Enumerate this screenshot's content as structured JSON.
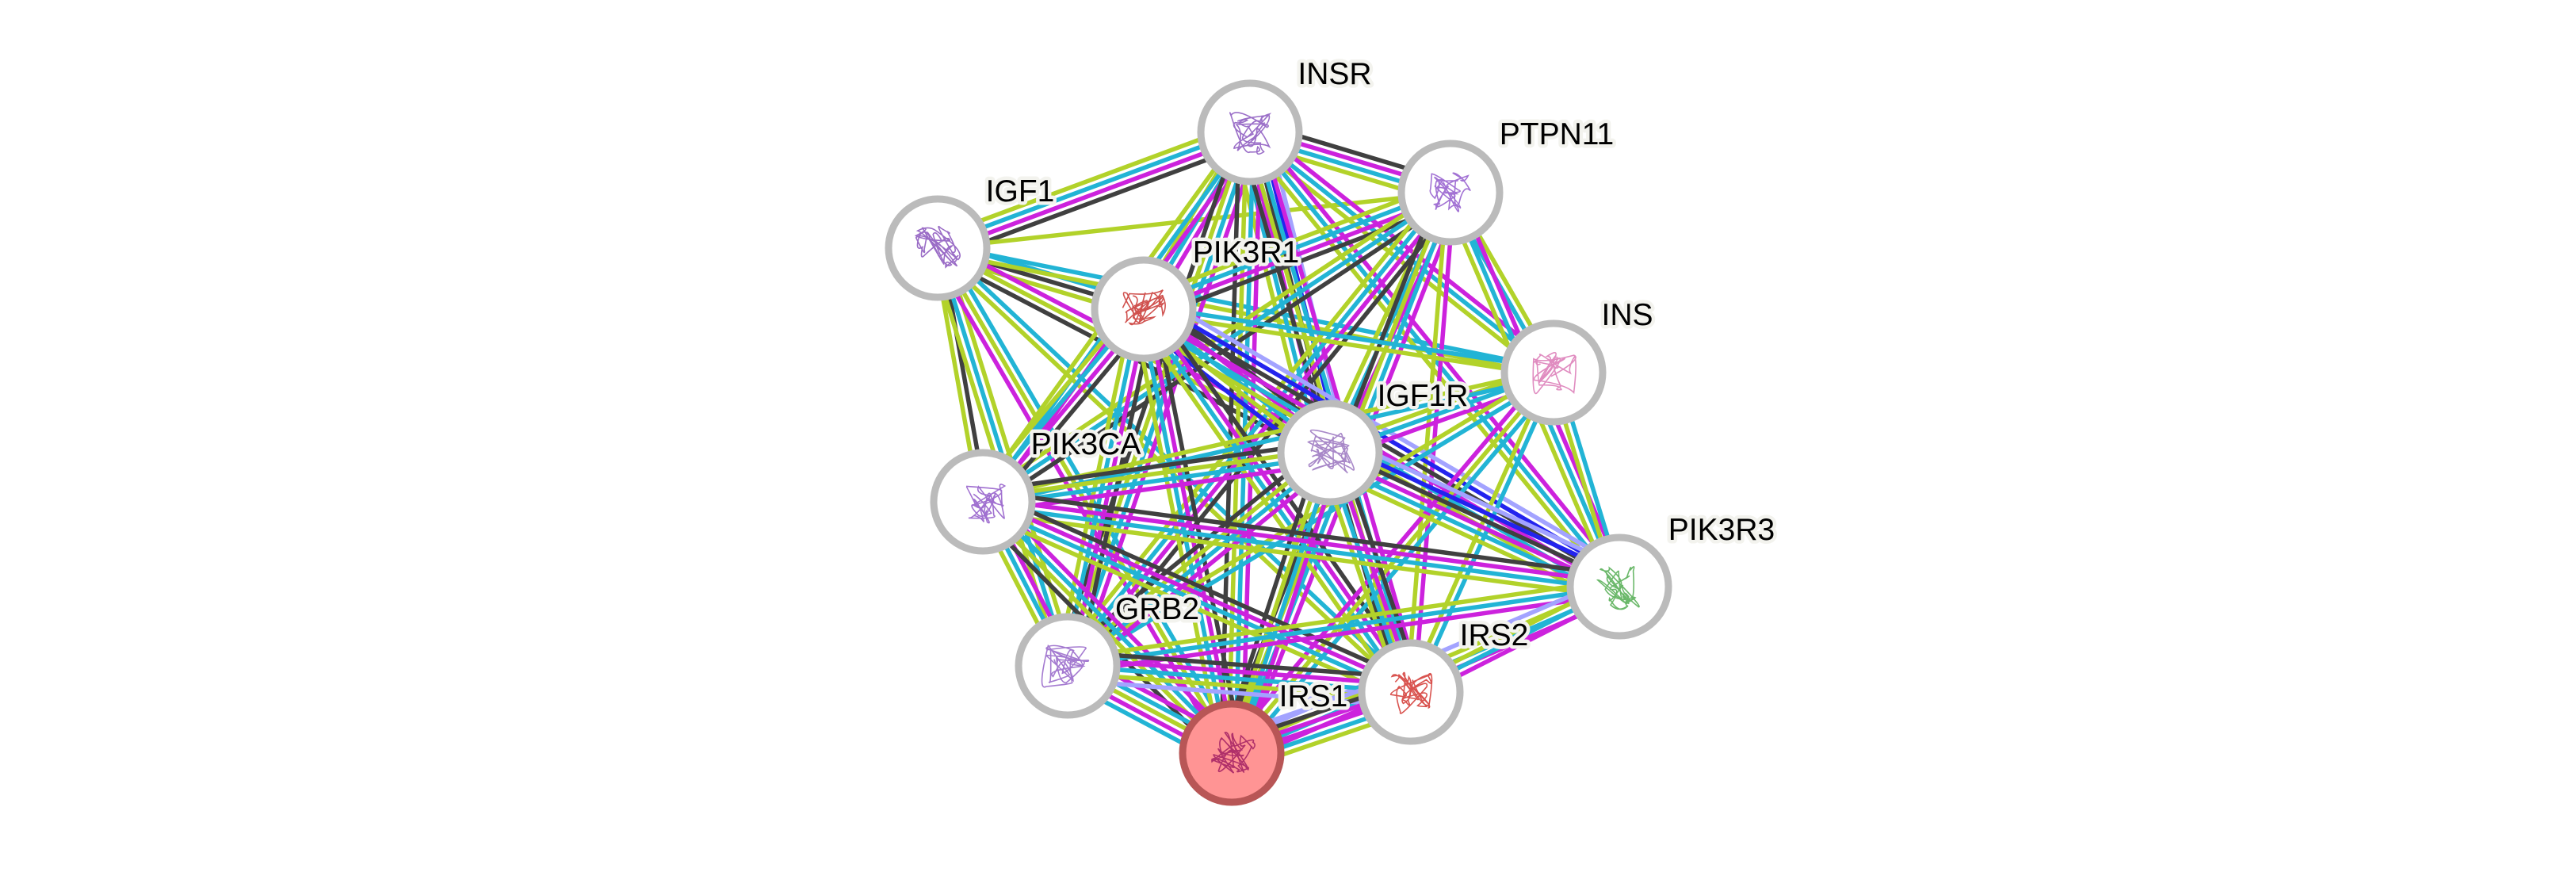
{
  "network": {
    "title": "STRING protein interaction network",
    "evidence_colors": {
      "database": "#22b4d5",
      "experiments": "#cc22dd",
      "textmining": "#b2d22a",
      "coexpression": "#404040",
      "gene_fusion": "#2323ee",
      "homology": "#a3a3ff"
    },
    "query_node_color": "#ff9494",
    "query_node_border": "#b85656",
    "node_border_color": "#bbbbbb",
    "nodes": [
      {
        "id": "INSR",
        "label": "INSR",
        "query": false,
        "glyph_color": "#9b6fc8"
      },
      {
        "id": "PTPN11",
        "label": "PTPN11",
        "query": false,
        "glyph_color": "#a272d4"
      },
      {
        "id": "IGF1",
        "label": "IGF1",
        "query": false,
        "glyph_color": "#9a6cc6"
      },
      {
        "id": "PIK3R1",
        "label": "PIK3R1",
        "query": false,
        "glyph_color": "#d0524f"
      },
      {
        "id": "INS",
        "label": "INS",
        "query": false,
        "glyph_color": "#e08cc0"
      },
      {
        "id": "IGF1R",
        "label": "IGF1R",
        "query": false,
        "glyph_color": "#a888c8"
      },
      {
        "id": "PIK3CA",
        "label": "PIK3CA",
        "query": false,
        "glyph_color": "#a070d0"
      },
      {
        "id": "PIK3R3",
        "label": "PIK3R3",
        "query": false,
        "glyph_color": "#6bb86a"
      },
      {
        "id": "GRB2",
        "label": "GRB2",
        "query": false,
        "glyph_color": "#a47ad0"
      },
      {
        "id": "IRS2",
        "label": "IRS2",
        "query": false,
        "glyph_color": "#d9534f"
      },
      {
        "id": "IRS1",
        "label": "IRS1",
        "query": true,
        "glyph_color": "#b0306a"
      }
    ],
    "edges": [
      {
        "a": "IGF1",
        "b": "INSR",
        "evidence": [
          "textmining",
          "database",
          "experiments",
          "coexpression"
        ]
      },
      {
        "a": "IGF1",
        "b": "PTPN11",
        "evidence": [
          "textmining"
        ]
      },
      {
        "a": "IGF1",
        "b": "PIK3R1",
        "evidence": [
          "database",
          "coexpression",
          "textmining"
        ]
      },
      {
        "a": "IGF1",
        "b": "INS",
        "evidence": [
          "database",
          "textmining"
        ]
      },
      {
        "a": "IGF1",
        "b": "IGF1R",
        "evidence": [
          "experiments",
          "textmining",
          "coexpression"
        ]
      },
      {
        "a": "IGF1",
        "b": "PIK3CA",
        "evidence": [
          "coexpression",
          "textmining"
        ]
      },
      {
        "a": "IGF1",
        "b": "GRB2",
        "evidence": [
          "textmining",
          "database",
          "textmining"
        ]
      },
      {
        "a": "IGF1",
        "b": "IRS1",
        "evidence": [
          "database",
          "textmining",
          "experiments"
        ]
      },
      {
        "a": "IGF1",
        "b": "IRS2",
        "evidence": [
          "database",
          "textmining"
        ]
      },
      {
        "a": "INSR",
        "b": "PTPN11",
        "evidence": [
          "coexpression",
          "experiments",
          "database",
          "textmining"
        ]
      },
      {
        "a": "INSR",
        "b": "PIK3R1",
        "evidence": [
          "experiments",
          "database",
          "textmining"
        ]
      },
      {
        "a": "INSR",
        "b": "INS",
        "evidence": [
          "experiments",
          "database",
          "textmining"
        ]
      },
      {
        "a": "INSR",
        "b": "IGF1R",
        "evidence": [
          "homology",
          "gene_fusion",
          "coexpression",
          "experiments",
          "database",
          "textmining"
        ]
      },
      {
        "a": "INSR",
        "b": "PIK3CA",
        "evidence": [
          "experiments",
          "database",
          "textmining"
        ]
      },
      {
        "a": "INSR",
        "b": "PIK3R3",
        "evidence": [
          "experiments",
          "database",
          "textmining"
        ]
      },
      {
        "a": "INSR",
        "b": "GRB2",
        "evidence": [
          "experiments",
          "database",
          "textmining",
          "coexpression"
        ]
      },
      {
        "a": "INSR",
        "b": "IRS1",
        "evidence": [
          "experiments",
          "database",
          "textmining",
          "coexpression"
        ]
      },
      {
        "a": "INSR",
        "b": "IRS2",
        "evidence": [
          "experiments",
          "database",
          "textmining",
          "coexpression"
        ]
      },
      {
        "a": "PTPN11",
        "b": "PIK3R1",
        "evidence": [
          "coexpression",
          "experiments",
          "database",
          "textmining"
        ]
      },
      {
        "a": "PTPN11",
        "b": "INS",
        "evidence": [
          "textmining",
          "database"
        ]
      },
      {
        "a": "PTPN11",
        "b": "IGF1R",
        "evidence": [
          "experiments",
          "database",
          "textmining"
        ]
      },
      {
        "a": "PTPN11",
        "b": "PIK3CA",
        "evidence": [
          "coexpression",
          "database",
          "textmining"
        ]
      },
      {
        "a": "PTPN11",
        "b": "PIK3R3",
        "evidence": [
          "experiments",
          "database",
          "textmining"
        ]
      },
      {
        "a": "PTPN11",
        "b": "GRB2",
        "evidence": [
          "coexpression",
          "experiments",
          "database",
          "textmining"
        ]
      },
      {
        "a": "PTPN11",
        "b": "IRS1",
        "evidence": [
          "experiments",
          "database",
          "textmining",
          "coexpression"
        ]
      },
      {
        "a": "PTPN11",
        "b": "IRS2",
        "evidence": [
          "experiments",
          "textmining"
        ]
      },
      {
        "a": "PIK3R1",
        "b": "INS",
        "evidence": [
          "database",
          "textmining"
        ]
      },
      {
        "a": "PIK3R1",
        "b": "IGF1R",
        "evidence": [
          "coexpression",
          "experiments",
          "database",
          "textmining",
          "gene_fusion"
        ]
      },
      {
        "a": "PIK3R1",
        "b": "PIK3CA",
        "evidence": [
          "coexpression",
          "experiments",
          "database",
          "textmining"
        ]
      },
      {
        "a": "PIK3R1",
        "b": "PIK3R3",
        "evidence": [
          "homology",
          "gene_fusion",
          "coexpression",
          "experiments",
          "database",
          "textmining"
        ]
      },
      {
        "a": "PIK3R1",
        "b": "GRB2",
        "evidence": [
          "coexpression",
          "experiments",
          "database",
          "textmining"
        ]
      },
      {
        "a": "PIK3R1",
        "b": "IRS1",
        "evidence": [
          "coexpression",
          "experiments",
          "database",
          "textmining"
        ]
      },
      {
        "a": "PIK3R1",
        "b": "IRS2",
        "evidence": [
          "coexpression",
          "experiments",
          "database",
          "textmining"
        ]
      },
      {
        "a": "INS",
        "b": "IGF1R",
        "evidence": [
          "experiments",
          "database",
          "textmining"
        ]
      },
      {
        "a": "INS",
        "b": "PIK3CA",
        "evidence": [
          "database",
          "textmining"
        ]
      },
      {
        "a": "INS",
        "b": "PIK3R3",
        "evidence": [
          "database",
          "textmining"
        ]
      },
      {
        "a": "INS",
        "b": "GRB2",
        "evidence": [
          "database",
          "textmining"
        ]
      },
      {
        "a": "INS",
        "b": "IRS1",
        "evidence": [
          "database",
          "textmining",
          "experiments"
        ]
      },
      {
        "a": "INS",
        "b": "IRS2",
        "evidence": [
          "database",
          "textmining"
        ]
      },
      {
        "a": "IGF1R",
        "b": "PIK3CA",
        "evidence": [
          "experiments",
          "database",
          "textmining",
          "coexpression"
        ]
      },
      {
        "a": "IGF1R",
        "b": "PIK3R3",
        "evidence": [
          "homology",
          "gene_fusion",
          "coexpression",
          "experiments",
          "database",
          "textmining"
        ]
      },
      {
        "a": "IGF1R",
        "b": "GRB2",
        "evidence": [
          "experiments",
          "database",
          "textmining",
          "coexpression"
        ]
      },
      {
        "a": "IGF1R",
        "b": "IRS1",
        "evidence": [
          "experiments",
          "database",
          "textmining",
          "coexpression"
        ]
      },
      {
        "a": "IGF1R",
        "b": "IRS2",
        "evidence": [
          "coexpression",
          "experiments",
          "database",
          "textmining"
        ]
      },
      {
        "a": "PIK3CA",
        "b": "PIK3R3",
        "evidence": [
          "coexpression",
          "experiments",
          "database",
          "textmining"
        ]
      },
      {
        "a": "PIK3CA",
        "b": "GRB2",
        "evidence": [
          "experiments",
          "database",
          "textmining"
        ]
      },
      {
        "a": "PIK3CA",
        "b": "IRS1",
        "evidence": [
          "experiments",
          "database",
          "textmining",
          "coexpression"
        ]
      },
      {
        "a": "PIK3CA",
        "b": "IRS2",
        "evidence": [
          "coexpression",
          "experiments",
          "database",
          "textmining"
        ]
      },
      {
        "a": "PIK3R3",
        "b": "GRB2",
        "evidence": [
          "experiments",
          "database",
          "textmining"
        ]
      },
      {
        "a": "PIK3R3",
        "b": "IRS1",
        "evidence": [
          "experiments",
          "database",
          "textmining",
          "homology"
        ]
      },
      {
        "a": "PIK3R3",
        "b": "IRS2",
        "evidence": [
          "experiments",
          "database",
          "textmining"
        ]
      },
      {
        "a": "GRB2",
        "b": "IRS1",
        "evidence": [
          "experiments",
          "database",
          "textmining",
          "experiments",
          "database"
        ]
      },
      {
        "a": "GRB2",
        "b": "IRS2",
        "evidence": [
          "coexpression",
          "experiments",
          "database",
          "textmining",
          "homology"
        ]
      },
      {
        "a": "IRS1",
        "b": "IRS2",
        "evidence": [
          "homology",
          "coexpression",
          "experiments",
          "experiments",
          "database",
          "textmining"
        ]
      }
    ]
  }
}
